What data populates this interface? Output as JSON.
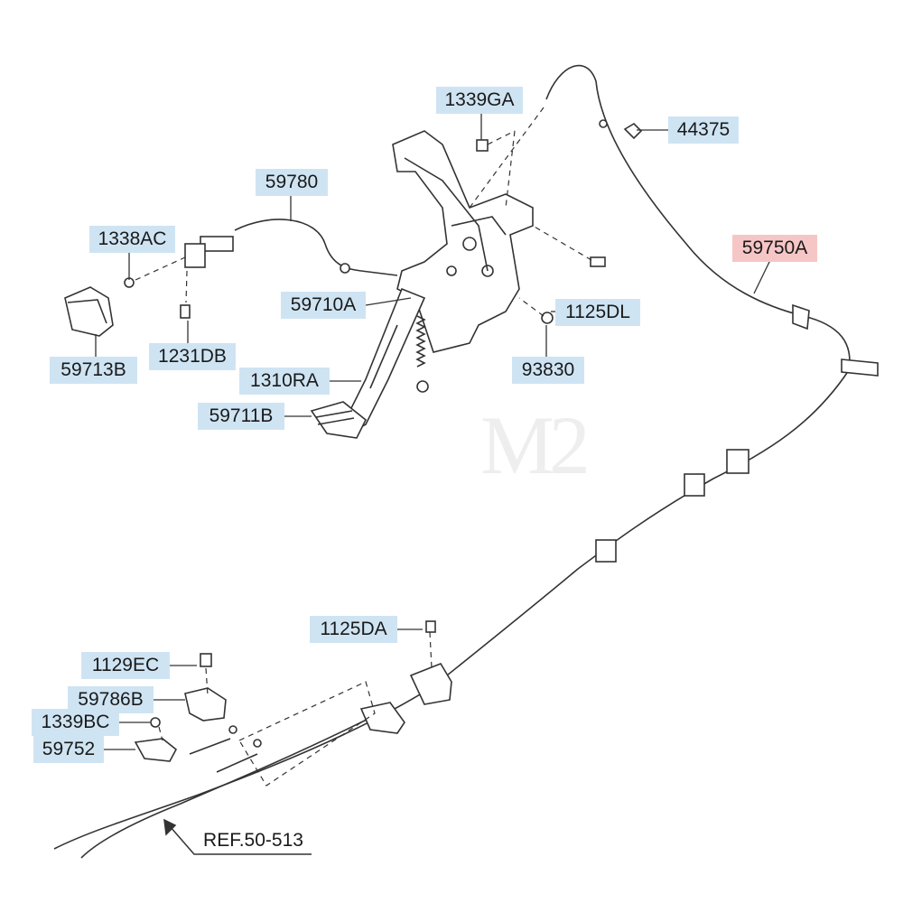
{
  "diagram": {
    "watermark": "M2",
    "labels": {
      "p1339GA": "1339GA",
      "p44375": "44375",
      "p59780": "59780",
      "p1338AC": "1338AC",
      "p59750A": "59750A",
      "p59710A": "59710A",
      "p1125DL": "1125DL",
      "p59713B": "59713B",
      "p1231DB": "1231DB",
      "p93830": "93830",
      "p1310RA": "1310RA",
      "p59711B": "59711B",
      "p1125DA": "1125DA",
      "p1129EC": "1129EC",
      "p59786B": "59786B",
      "p1339BC": "1339BC",
      "p59752": "59752",
      "ref": "REF.50-513"
    },
    "highlight_color": "#cfe4f3",
    "selected_color": "#f6c6c6"
  }
}
